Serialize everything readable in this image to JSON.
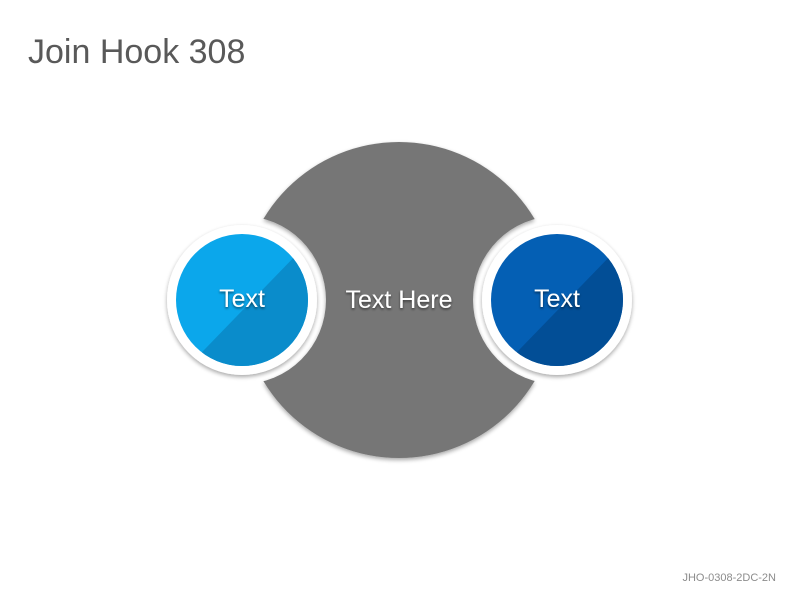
{
  "slide": {
    "title": "Join Hook 308",
    "code": "JHO-0308-2DC-2N"
  },
  "diagram": {
    "center": {
      "label": "Text Here",
      "color": "#767676"
    },
    "left": {
      "label": "Text",
      "color": "#0BA7EB",
      "shade_color": "#0A8CCB"
    },
    "right": {
      "label": "Text",
      "color": "#045FB4",
      "shade_color": "#024E96"
    }
  }
}
